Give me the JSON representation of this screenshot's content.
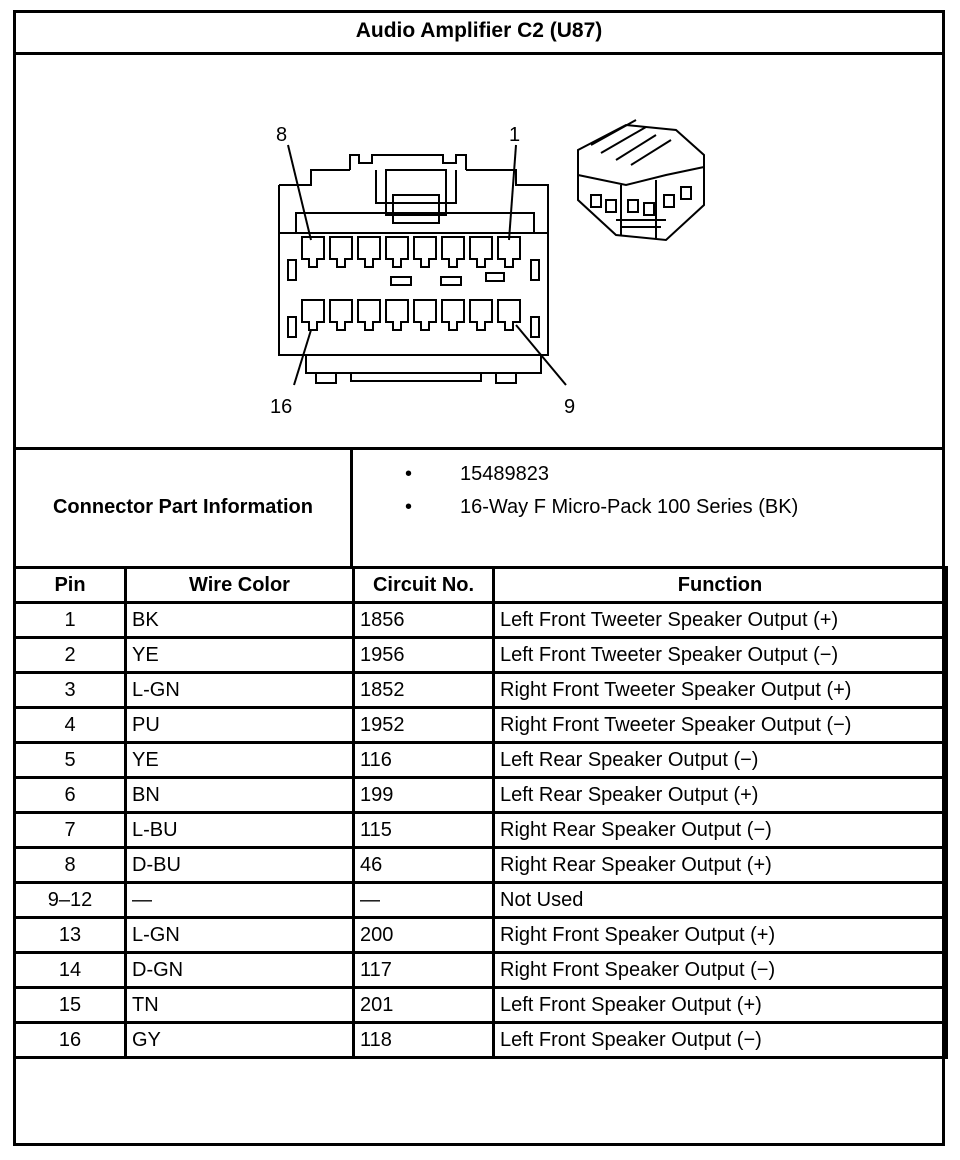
{
  "title": "Audio Amplifier C2 (U87)",
  "diagram": {
    "pin_labels": {
      "top_left": "8",
      "top_right": "1",
      "bottom_left": "16",
      "bottom_right": "9"
    }
  },
  "connector_part_information": {
    "label": "Connector Part Information",
    "items": [
      "15489823",
      "16-Way F Micro-Pack 100 Series (BK)"
    ]
  },
  "table": {
    "headers": [
      "Pin",
      "Wire Color",
      "Circuit No.",
      "Function"
    ],
    "rows": [
      [
        "1",
        "BK",
        "1856",
        "Left Front Tweeter Speaker Output (+)"
      ],
      [
        "2",
        "YE",
        "1956",
        "Left Front Tweeter Speaker Output (−)"
      ],
      [
        "3",
        "L-GN",
        "1852",
        "Right Front Tweeter Speaker Output (+)"
      ],
      [
        "4",
        "PU",
        "1952",
        "Right Front Tweeter Speaker Output (−)"
      ],
      [
        "5",
        "YE",
        "116",
        "Left Rear Speaker Output (−)"
      ],
      [
        "6",
        "BN",
        "199",
        "Left Rear Speaker Output (+)"
      ],
      [
        "7",
        "L-BU",
        "115",
        "Right Rear Speaker Output (−)"
      ],
      [
        "8",
        "D-BU",
        "46",
        "Right Rear Speaker Output (+)"
      ],
      [
        "9–12",
        "—",
        "—",
        "Not Used"
      ],
      [
        "13",
        "L-GN",
        "200",
        "Right Front Speaker Output (+)"
      ],
      [
        "14",
        "D-GN",
        "117",
        "Right Front Speaker Output (−)"
      ],
      [
        "15",
        "TN",
        "201",
        "Left Front Speaker Output (+)"
      ],
      [
        "16",
        "GY",
        "118",
        "Left Front Speaker Output (−)"
      ]
    ]
  }
}
